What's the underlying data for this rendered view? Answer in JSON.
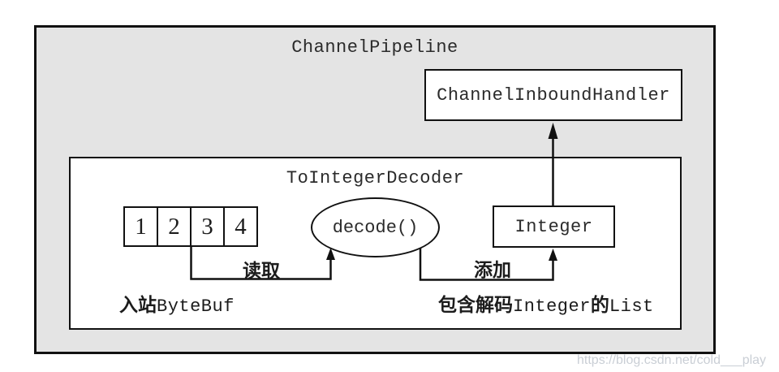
{
  "diagram": {
    "pipeline_label": "ChannelPipeline",
    "inbound_handler_label": "ChannelInboundHandler",
    "decoder_label": "ToIntegerDecoder",
    "byte_cells": [
      "1",
      "2",
      "3",
      "4"
    ],
    "decode_method_label": "decode()",
    "integer_label": "Integer",
    "read_label": "读取",
    "add_label": "添加",
    "inbound_caption": {
      "cjk": "入站",
      "code": "ByteBuf"
    },
    "list_caption": {
      "cjk1": "包含解码",
      "code1": "Integer",
      "cjk2": "的",
      "code2": "List"
    },
    "colors": {
      "panel_fill": "#e4e4e4",
      "box_fill": "#ffffff",
      "line": "#111111",
      "text": "#2b2b2b",
      "watermark": "#c7ccd3"
    }
  },
  "watermark": {
    "text": "https://blog.csdn.net/cold___play"
  }
}
